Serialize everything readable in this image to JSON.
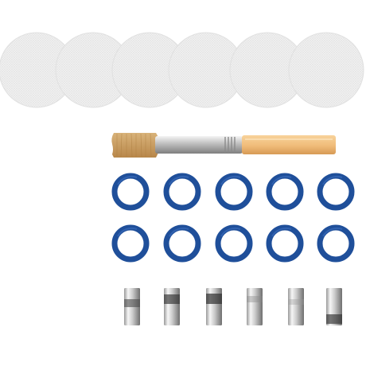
{
  "product": {
    "items": [
      {
        "name": "mesh-screen",
        "count": 6,
        "color": "#f0f0f0"
      },
      {
        "name": "cleaning-brush",
        "count": 1,
        "bristle_color": "#cfa66a",
        "handle_color": "#f2c281",
        "ferrule_color": "#c7c7c7"
      },
      {
        "name": "o-ring",
        "count": 10,
        "color": "#1f4f9a"
      },
      {
        "name": "metal-clip",
        "count": 6,
        "color": "#d8d8d8"
      }
    ]
  }
}
